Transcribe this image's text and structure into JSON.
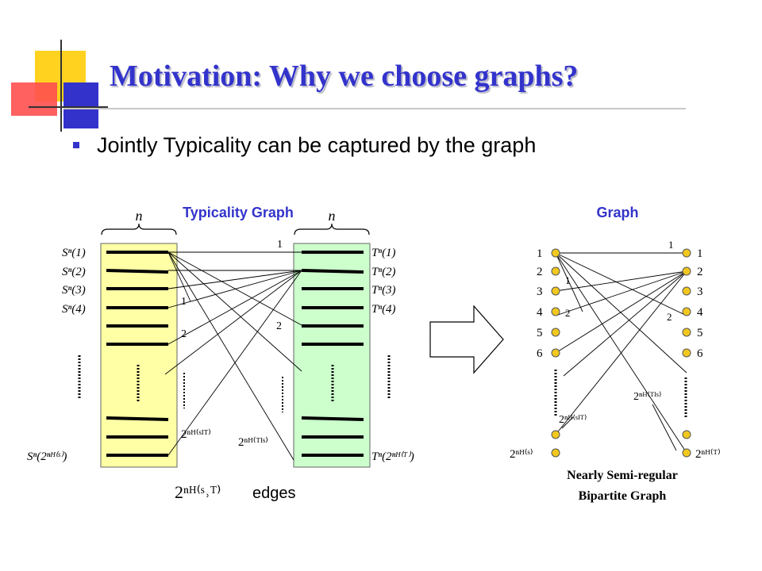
{
  "slide": {
    "title": "Motivation: Why we choose graphs?",
    "bullet": "Jointly Typicality can be captured by the graph"
  },
  "colors": {
    "title": "#3333cc",
    "left_panel": "#ffffa6",
    "right_panel": "#ccffcc",
    "heading": "#3333cc",
    "vertex_fill": "#f2c81e",
    "deco_yellow": "#ffd21f",
    "deco_red": "#ff4f4f",
    "deco_blue": "#3333cc"
  },
  "typicality_graph": {
    "heading": "Typicality Graph",
    "brace_label": "n",
    "left_labels": [
      "Sⁿ(1)",
      "Sⁿ(2)",
      "Sⁿ(3)",
      "Sⁿ(4)",
      "Sⁿ(2ⁿᴴ⁽ˢ⁾)"
    ],
    "right_labels": [
      "Tⁿ(1)",
      "Tⁿ(2)",
      "Tⁿ(3)",
      "Tⁿ(4)",
      "Tⁿ(2ⁿᴴ⁽ᵀ⁾)"
    ],
    "degree_labels": [
      "1",
      "1",
      "2",
      "2"
    ],
    "degree_expr_left": "2ⁿᴴ⁽ˢᴵᵀ⁾",
    "degree_expr_right": "2ⁿᴴ⁽ᵀᴵˢ⁾",
    "edges_expr": "2ⁿᴴ⁽ˢ˒ᵀ⁾",
    "edges_word": "edges"
  },
  "graph": {
    "heading": "Graph",
    "left_numbers": [
      "1",
      "2",
      "3",
      "4",
      "5",
      "6"
    ],
    "right_numbers": [
      "1",
      "2",
      "3",
      "4",
      "5",
      "6"
    ],
    "left_bottom": "2ⁿᴴ⁽ˢ⁾",
    "right_bottom": "2ⁿᴴ⁽ᵀ⁾",
    "degree_labels": [
      "1",
      "1",
      "2",
      "2"
    ],
    "degree_expr_left": "2ⁿᴴ⁽ˢᴵᵀ⁾",
    "degree_expr_right": "2ⁿᴴ⁽ᵀᴵˢ⁾",
    "caption_line1": "Nearly Semi-regular",
    "caption_line2": "Bipartite Graph"
  }
}
